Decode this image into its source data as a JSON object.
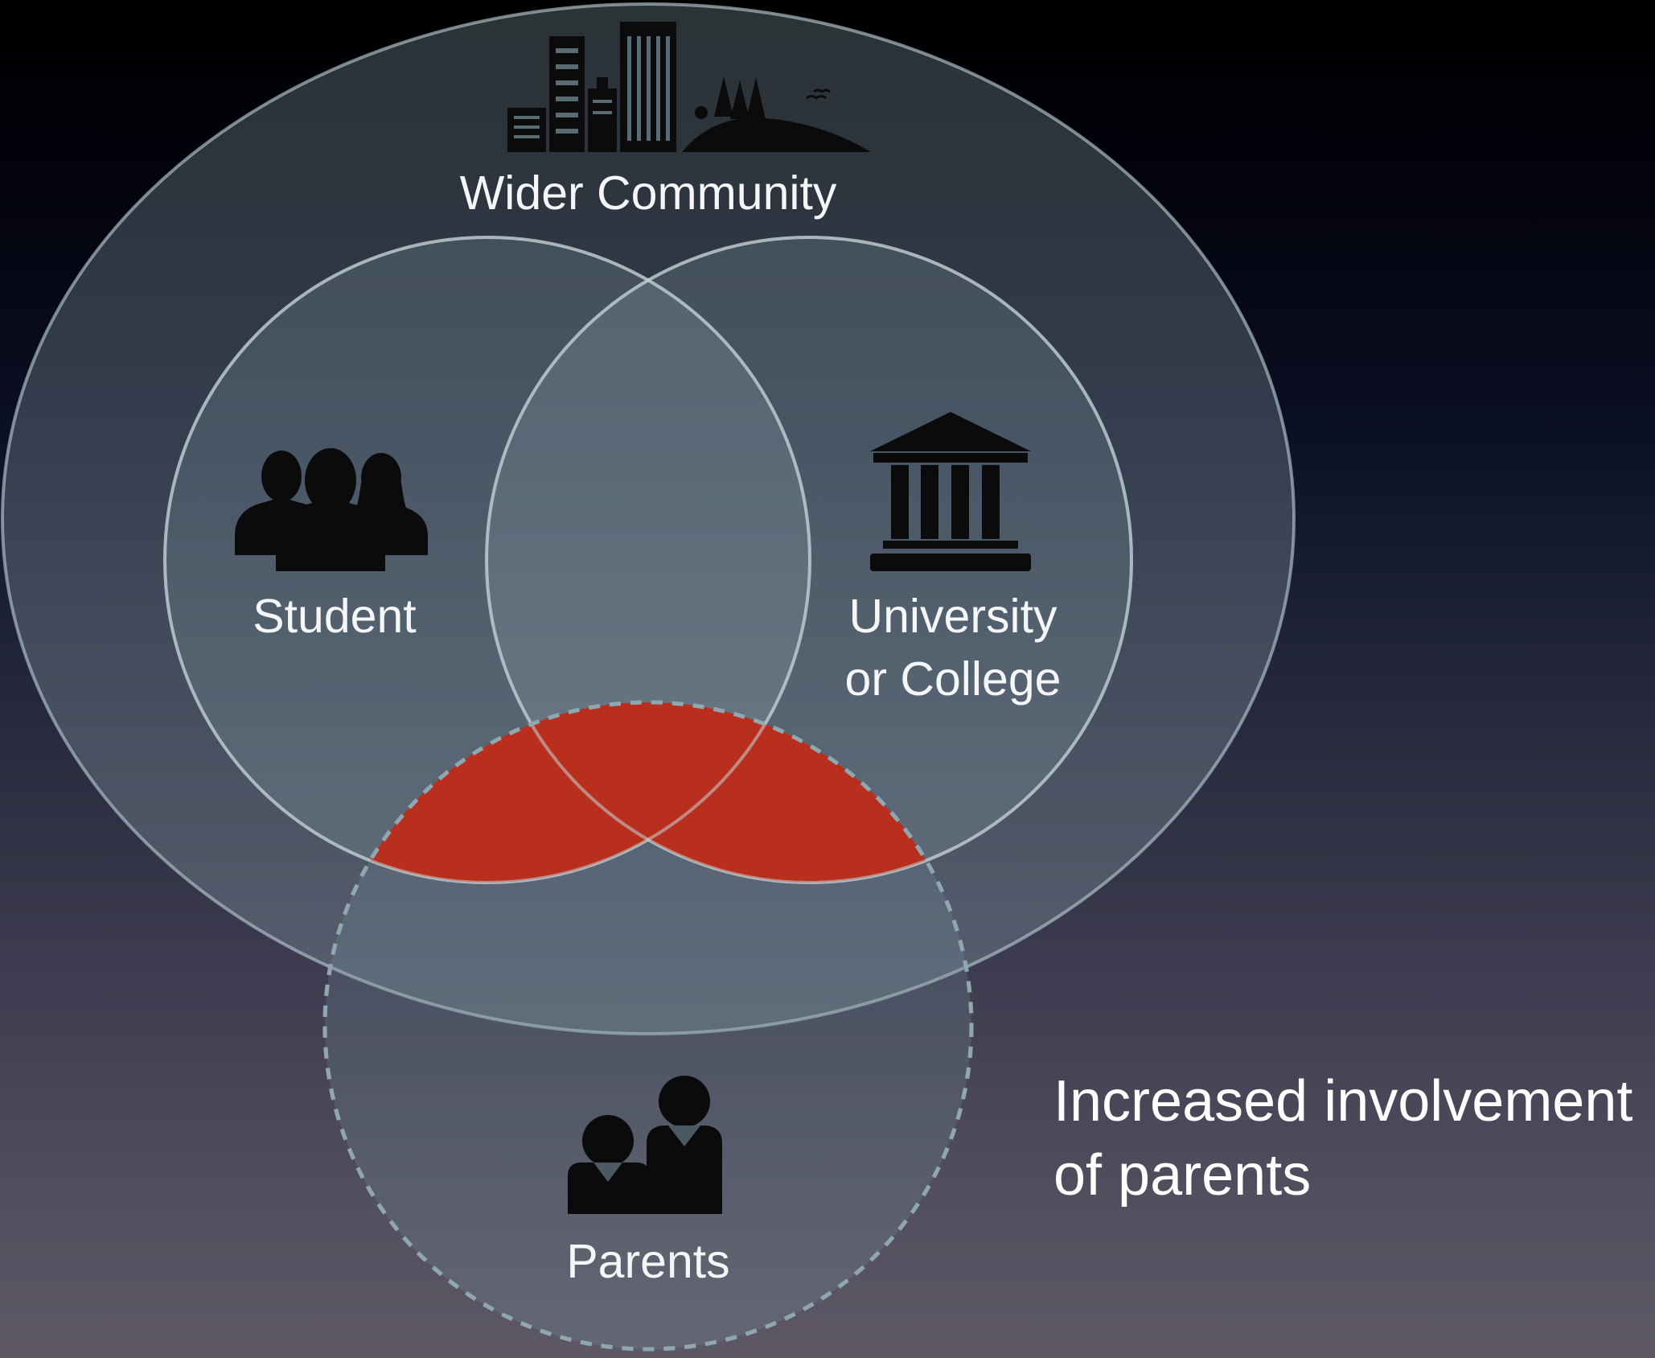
{
  "nodes": {
    "community": {
      "label": "Wider Community",
      "icon": "city-icon"
    },
    "student": {
      "label": "Student",
      "icon": "students-group-icon"
    },
    "university": {
      "label_line1": "University",
      "label_line2": "or College",
      "icon": "university-building-icon"
    },
    "parents": {
      "label": "Parents",
      "icon": "parents-icon"
    }
  },
  "caption": {
    "line1": "Increased involvement",
    "line2": "of parents"
  },
  "colors": {
    "highlight": "#b8301d",
    "circle_stroke": "#a9bcc3",
    "dashed_stroke": "#8fa7b0",
    "icon": "#0b0b0b",
    "text": "#f4f6f7"
  }
}
